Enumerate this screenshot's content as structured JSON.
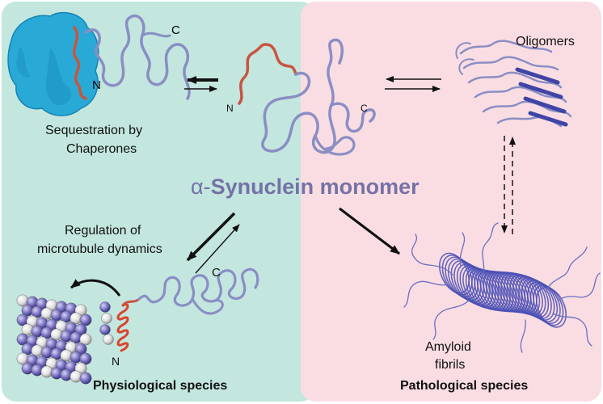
{
  "center": {
    "alpha": "α-",
    "title": "Synuclein monomer"
  },
  "labels": {
    "sequestration": [
      "Sequestration by",
      "Chaperones"
    ],
    "regulation": [
      "Regulation of",
      "microtubule dynamics"
    ],
    "oligomers": "Oligomers",
    "amyloid": [
      "Amyloid",
      "fibrils"
    ]
  },
  "panels": {
    "physiological": "Physiological species",
    "pathological": "Pathological species"
  },
  "termini": {
    "n": "N",
    "c": "C"
  },
  "colors": {
    "physiological_bg": "#c3e6df",
    "pathological_bg": "#fadde2",
    "protein_ribbon": "#7e82b8",
    "n_terminal_segment": "#c8553f",
    "chaperone_surface": "#29a9d6",
    "fibril_ribbon": "#4a4fb5",
    "title_color": "#7572a6"
  }
}
